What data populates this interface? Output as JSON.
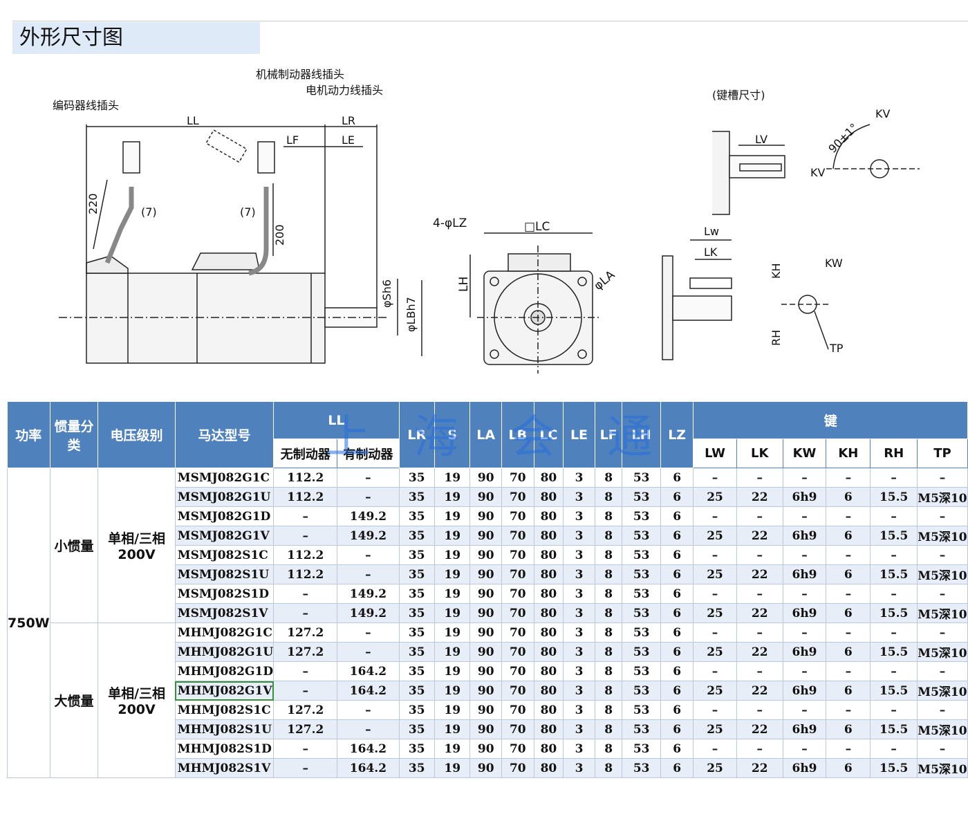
{
  "title": "外形尺寸图",
  "drawing": {
    "labels": {
      "brake_plug": "机械制动器线插头",
      "power_plug": "电机动力线插头",
      "encoder_plug": "编码器线插头",
      "keyway_title": "(键槽尺寸)",
      "LL": "LL",
      "LR": "LR",
      "LF": "LF",
      "LE": "LE",
      "d220": "220",
      "d7a": "(7)",
      "d7b": "(7)",
      "d200": "200",
      "Sh6": "φSh6",
      "LBh7": "φLBh7",
      "LZ": "4-φLZ",
      "LC": "□LC",
      "LH": "LH",
      "LA": "φLA",
      "LV": "LV",
      "KV1": "KV",
      "KV2": "KV",
      "angle": "90±1°",
      "Lw": "Lw",
      "LK": "LK",
      "KH": "KH",
      "KW": "KW",
      "RH": "RH",
      "TP": "TP"
    }
  },
  "watermark": [
    "上",
    "海",
    "会",
    "通"
  ],
  "table": {
    "headers": {
      "power": "功率",
      "inertia": "惯量分类",
      "voltage": "电压级别",
      "model": "马达型号",
      "LL": "LL",
      "no_brake": "无制动器",
      "with_brake": "有制动器",
      "LR": "LR",
      "S": "S",
      "LA": "LA",
      "LB": "LB",
      "LC": "LC",
      "LE": "LE",
      "LF": "LF",
      "LH": "LH",
      "LZ": "LZ",
      "key": "键",
      "LW": "LW",
      "LK": "LK",
      "KW": "KW",
      "KH": "KH",
      "RH": "RH",
      "TP": "TP"
    },
    "power_value": "750W",
    "groups": [
      {
        "inertia": "小惯量",
        "voltage_line1": "单相/三相",
        "voltage_line2": "200V"
      },
      {
        "inertia": "大惯量",
        "voltage_line1": "单相/三相",
        "voltage_line2": "200V"
      }
    ],
    "rows": [
      [
        "MSMJ082G1C",
        "112.2",
        "–",
        "35",
        "19",
        "90",
        "70",
        "80",
        "3",
        "8",
        "53",
        "6",
        "–",
        "–",
        "–",
        "–",
        "–",
        "–"
      ],
      [
        "MSMJ082G1U",
        "112.2",
        "–",
        "35",
        "19",
        "90",
        "70",
        "80",
        "3",
        "8",
        "53",
        "6",
        "25",
        "22",
        "6h9",
        "6",
        "15.5",
        "M5深10"
      ],
      [
        "MSMJ082G1D",
        "–",
        "149.2",
        "35",
        "19",
        "90",
        "70",
        "80",
        "3",
        "8",
        "53",
        "6",
        "–",
        "–",
        "–",
        "–",
        "–",
        "–"
      ],
      [
        "MSMJ082G1V",
        "–",
        "149.2",
        "35",
        "19",
        "90",
        "70",
        "80",
        "3",
        "8",
        "53",
        "6",
        "25",
        "22",
        "6h9",
        "6",
        "15.5",
        "M5深10"
      ],
      [
        "MSMJ082S1C",
        "112.2",
        "–",
        "35",
        "19",
        "90",
        "70",
        "80",
        "3",
        "8",
        "53",
        "6",
        "–",
        "–",
        "–",
        "–",
        "–",
        "–"
      ],
      [
        "MSMJ082S1U",
        "112.2",
        "–",
        "35",
        "19",
        "90",
        "70",
        "80",
        "3",
        "8",
        "53",
        "6",
        "25",
        "22",
        "6h9",
        "6",
        "15.5",
        "M5深10"
      ],
      [
        "MSMJ082S1D",
        "–",
        "149.2",
        "35",
        "19",
        "90",
        "70",
        "80",
        "3",
        "8",
        "53",
        "6",
        "–",
        "–",
        "–",
        "–",
        "–",
        "–"
      ],
      [
        "MSMJ082S1V",
        "–",
        "149.2",
        "35",
        "19",
        "90",
        "70",
        "80",
        "3",
        "8",
        "53",
        "6",
        "25",
        "22",
        "6h9",
        "6",
        "15.5",
        "M5深10"
      ],
      [
        "MHMJ082G1C",
        "127.2",
        "–",
        "35",
        "19",
        "90",
        "70",
        "80",
        "3",
        "8",
        "53",
        "6",
        "–",
        "–",
        "–",
        "–",
        "–",
        "–"
      ],
      [
        "MHMJ082G1U",
        "127.2",
        "–",
        "35",
        "19",
        "90",
        "70",
        "80",
        "3",
        "8",
        "53",
        "6",
        "25",
        "22",
        "6h9",
        "6",
        "15.5",
        "M5深10"
      ],
      [
        "MHMJ082G1D",
        "–",
        "164.2",
        "35",
        "19",
        "90",
        "70",
        "80",
        "3",
        "8",
        "53",
        "6",
        "–",
        "–",
        "–",
        "–",
        "–",
        "–"
      ],
      [
        "MHMJ082G1V",
        "–",
        "164.2",
        "35",
        "19",
        "90",
        "70",
        "80",
        "3",
        "8",
        "53",
        "6",
        "25",
        "22",
        "6h9",
        "6",
        "15.5",
        "M5深10"
      ],
      [
        "MHMJ082S1C",
        "127.2",
        "–",
        "35",
        "19",
        "90",
        "70",
        "80",
        "3",
        "8",
        "53",
        "6",
        "–",
        "–",
        "–",
        "–",
        "–",
        "–"
      ],
      [
        "MHMJ082S1U",
        "127.2",
        "–",
        "35",
        "19",
        "90",
        "70",
        "80",
        "3",
        "8",
        "53",
        "6",
        "25",
        "22",
        "6h9",
        "6",
        "15.5",
        "M5深10"
      ],
      [
        "MHMJ082S1D",
        "–",
        "164.2",
        "35",
        "19",
        "90",
        "70",
        "80",
        "3",
        "8",
        "53",
        "6",
        "–",
        "–",
        "–",
        "–",
        "–",
        "–"
      ],
      [
        "MHMJ082S1V",
        "–",
        "164.2",
        "35",
        "19",
        "90",
        "70",
        "80",
        "3",
        "8",
        "53",
        "6",
        "25",
        "22",
        "6h9",
        "6",
        "15.5",
        "M5深10"
      ]
    ]
  }
}
